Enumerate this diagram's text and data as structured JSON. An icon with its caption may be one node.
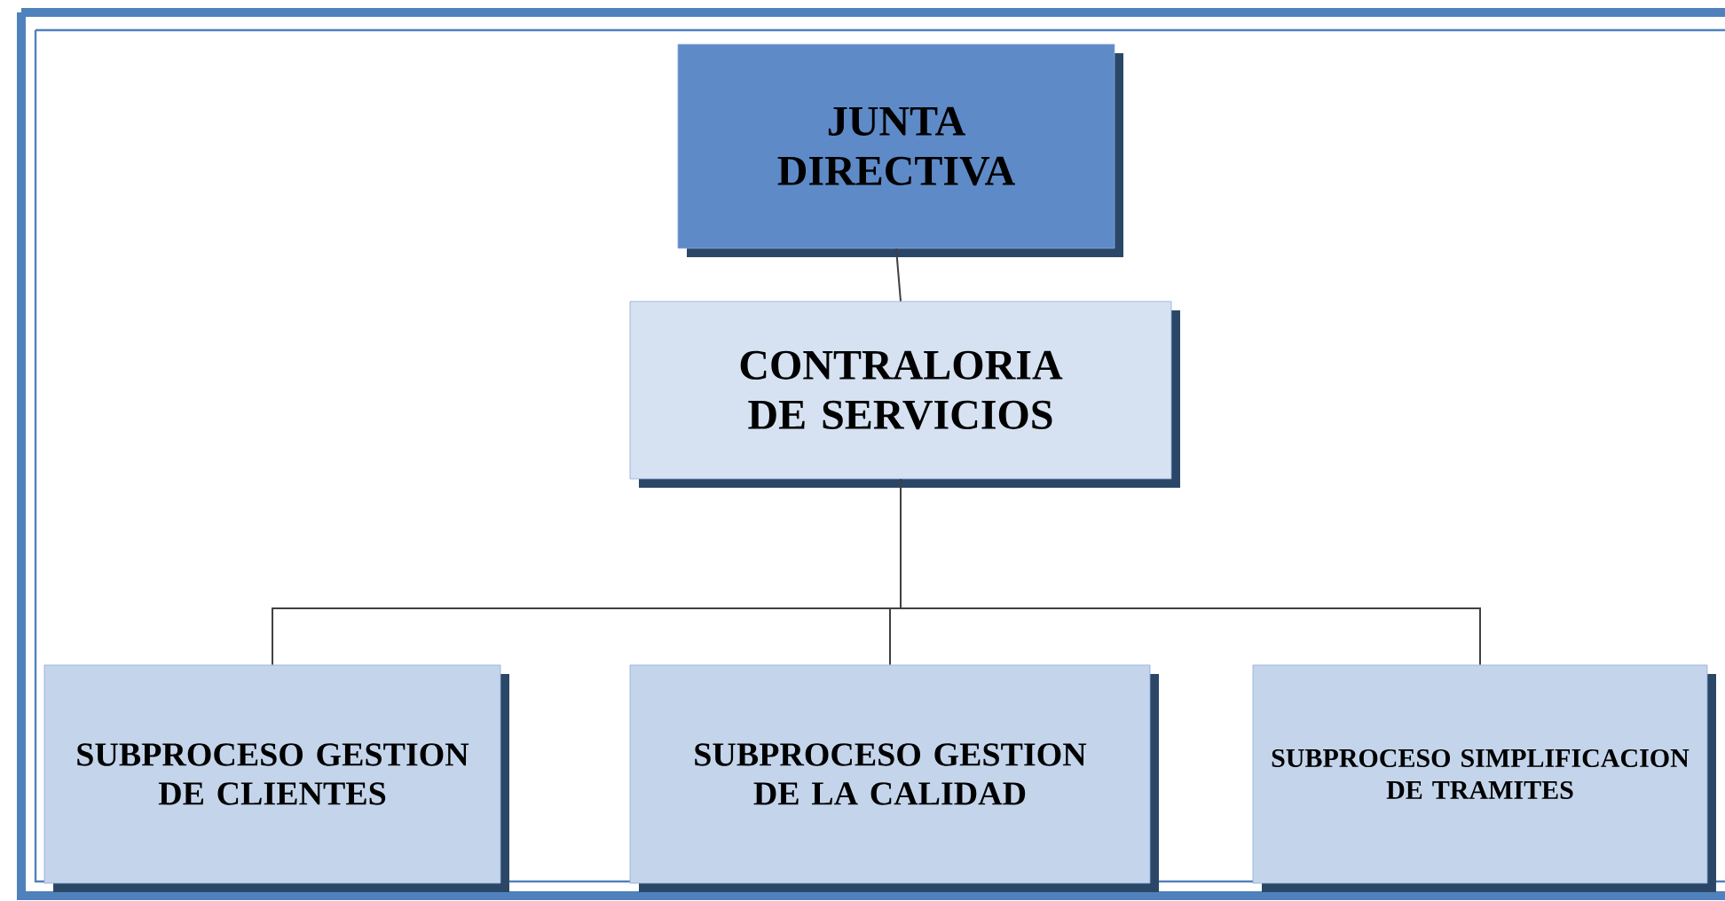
{
  "diagram": {
    "nodes": [
      {
        "text": [
          "JUNTA DIRECTIVA"
        ]
      },
      {
        "text": [
          "CONTRALORIA DE SERVICIOS"
        ]
      },
      {
        "text": [
          "SUBPROCESO GESTION DE CLIENTES"
        ]
      },
      {
        "text": [
          "SUBPROCESO GESTION DE LA CALIDAD"
        ]
      },
      {
        "text": [
          "SUBPROCESO SIMPLIFICACION DE TRAMITES"
        ]
      }
    ],
    "edges": [
      {
        "from": 0,
        "to": 1,
        "arrow": "none"
      },
      {
        "from": 1,
        "to": 2,
        "arrow": "none"
      },
      {
        "from": 1,
        "to": 3,
        "arrow": "none"
      },
      {
        "from": 1,
        "to": 4,
        "arrow": "none"
      }
    ]
  }
}
